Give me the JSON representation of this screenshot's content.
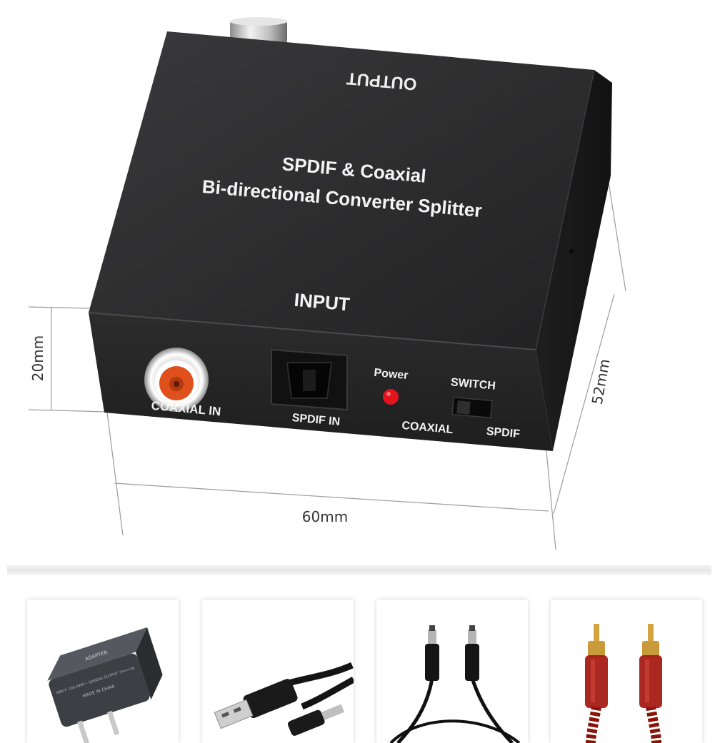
{
  "device": {
    "top_label_output": "OUTPUT",
    "title_line1": "SPDIF & Coaxial",
    "title_line2": "Bi-directional Converter Splitter",
    "input_label": "INPUT",
    "port_coaxial_in": "COAXIAL IN",
    "port_spdif_in": "SPDIF  IN",
    "power_label": "Power",
    "switch_label": "SWITCH",
    "switch_left": "COAXIAL",
    "switch_right": "SPDIF"
  },
  "dimensions": {
    "height": "20mm",
    "width": "60mm",
    "depth": "52mm"
  },
  "accessories": {
    "adapter_text": "ADAPTER",
    "adapter_fine_print": "INPUT: 100-240V~ 50/60Hz  OUTPUT: 5V==1A",
    "adapter_made": "MADE IN CHINA",
    "items": [
      "power-adapter",
      "usb-dc-cable",
      "optical-cable",
      "rca-cable"
    ]
  },
  "colors": {
    "box_top": "#2a2a2b",
    "box_front": "#232324",
    "box_side": "#1a1a1b",
    "rca_orange": "#e0501c",
    "led_red": "#e3141c",
    "rca_red": "#a4150e",
    "rca_gold": "#d3a43e"
  }
}
